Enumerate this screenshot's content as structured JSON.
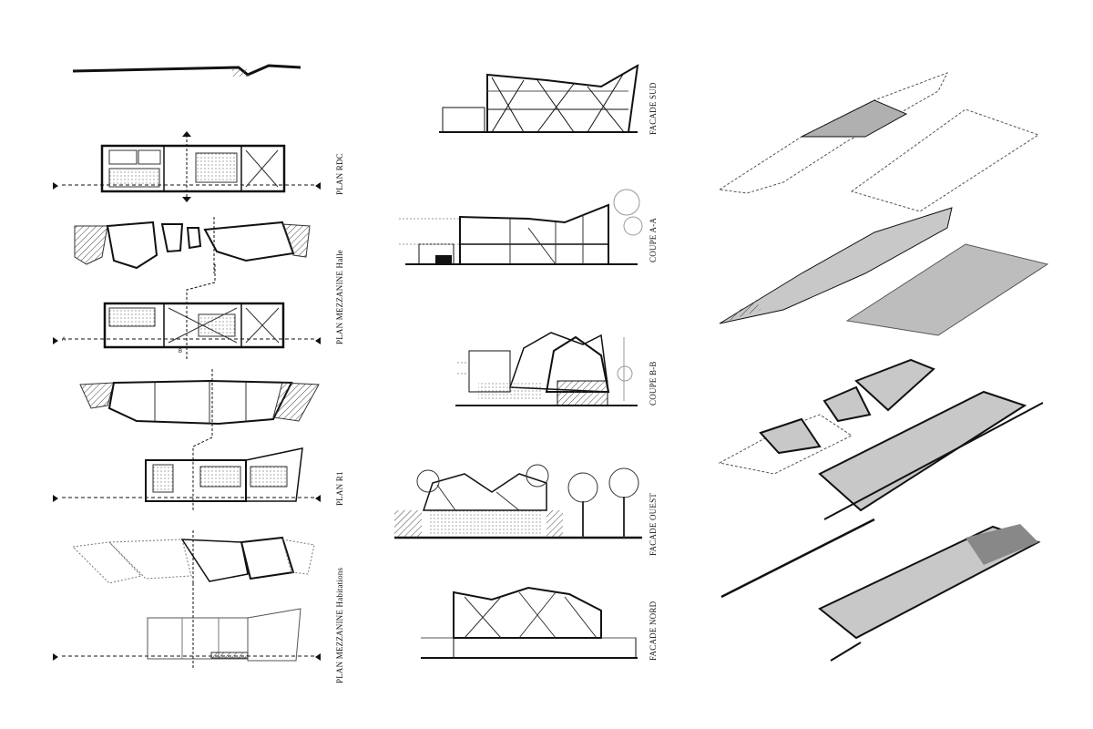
{
  "colors": {
    "ink": "#111111",
    "hatch": "#555555",
    "tone": "#bdbdbd",
    "paper": "#ffffff"
  },
  "labels": {
    "plan_rdc": "PLAN RDC",
    "plan_mezz_halle": "PLAN MEZZANINE Halle",
    "plan_r1": "PLAN R1",
    "plan_mezz_hab": "PLAN MEZZANINE Habitations",
    "facade_sud": "FACADE SUD",
    "coupe_aa": "COUPE A-A",
    "coupe_bb": "COUPE B-B",
    "facade_ouest": "FACADE OUEST",
    "facade_nord": "FACADE NORD"
  },
  "markers": {
    "a": "A",
    "b": "B"
  }
}
